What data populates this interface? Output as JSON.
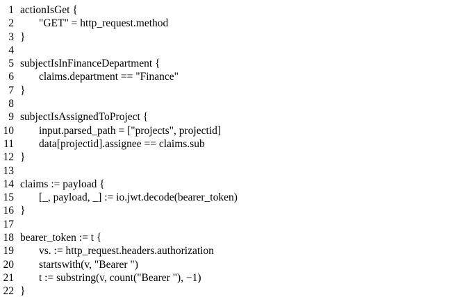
{
  "document": {
    "kind": "code-listing",
    "language": "rego-policy",
    "text_color": "#000000",
    "background_color": "#ffffff"
  },
  "listing": {
    "lines": [
      {
        "num": "1",
        "indent": 0,
        "text": "actionIsGet {"
      },
      {
        "num": "2",
        "indent": 1,
        "text": "\"GET\" = http_request.method"
      },
      {
        "num": "3",
        "indent": 0,
        "text": "}"
      },
      {
        "num": "4",
        "indent": 0,
        "text": ""
      },
      {
        "num": "5",
        "indent": 0,
        "text": "subjectIsInFinanceDepartment {"
      },
      {
        "num": "6",
        "indent": 1,
        "text": "claims.department == \"Finance\""
      },
      {
        "num": "7",
        "indent": 0,
        "text": "}"
      },
      {
        "num": "8",
        "indent": 0,
        "text": ""
      },
      {
        "num": "9",
        "indent": 0,
        "text": "subjectIsAssignedToProject {"
      },
      {
        "num": "10",
        "indent": 1,
        "text": "input.parsed_path = [\"projects\", projectid]"
      },
      {
        "num": "11",
        "indent": 1,
        "text": "data[projectid].assignee == claims.sub"
      },
      {
        "num": "12",
        "indent": 0,
        "text": "}"
      },
      {
        "num": "13",
        "indent": 0,
        "text": ""
      },
      {
        "num": "14",
        "indent": 0,
        "text": "claims := payload {"
      },
      {
        "num": "15",
        "indent": 1,
        "text": "[_, payload, _] := io.jwt.decode(bearer_token)"
      },
      {
        "num": "16",
        "indent": 0,
        "text": "}"
      },
      {
        "num": "17",
        "indent": 0,
        "text": ""
      },
      {
        "num": "18",
        "indent": 0,
        "text": "bearer_token := t {"
      },
      {
        "num": "19",
        "indent": 1,
        "text": "vs. := http_request.headers.authorization"
      },
      {
        "num": "20",
        "indent": 1,
        "text": "startswith(v, \"Bearer \")"
      },
      {
        "num": "21",
        "indent": 1,
        "text": "t := substring(v, count(\"Bearer \"), −1)"
      },
      {
        "num": "22",
        "indent": 0,
        "text": "}"
      }
    ]
  }
}
